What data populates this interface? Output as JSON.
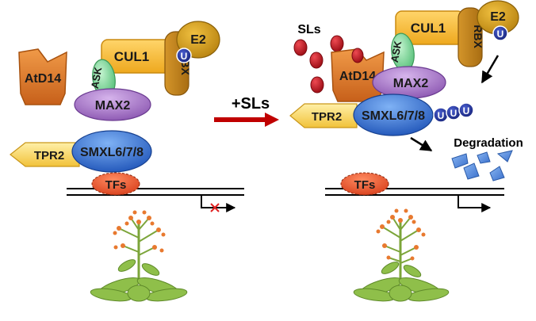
{
  "labels": {
    "atd14": "AtD14",
    "cul1": "CUL1",
    "rbx": "RBX",
    "e2": "E2",
    "ubiquitin": "U",
    "ask": "ASK",
    "max2": "MAX2",
    "tpr2": "TPR2",
    "smxl": "SMXL6/7/8",
    "tfs": "TFs",
    "sls": "SLs",
    "treatment": "+SLs",
    "degradation": "Degradation",
    "ubiquitin_chain": [
      "U",
      "U",
      "U"
    ]
  },
  "colors": {
    "atd14": "#d9731f",
    "cul1": "#f3b53b",
    "rbx": "#c7861c",
    "e2": "#d9a21c",
    "ubiquitin": "#1e2f9e",
    "ask": "#8fe0a8",
    "max2": "#a878c8",
    "tpr2": "#f6cd5a",
    "smxl": "#2f6fd6",
    "tfs": "#e8582f",
    "sl_molecule": "#c41e2a",
    "treatment_arrow": "#c00000",
    "fragments": "#4f86d8",
    "plant": "#8fb94a",
    "flower": "#e8792f"
  }
}
